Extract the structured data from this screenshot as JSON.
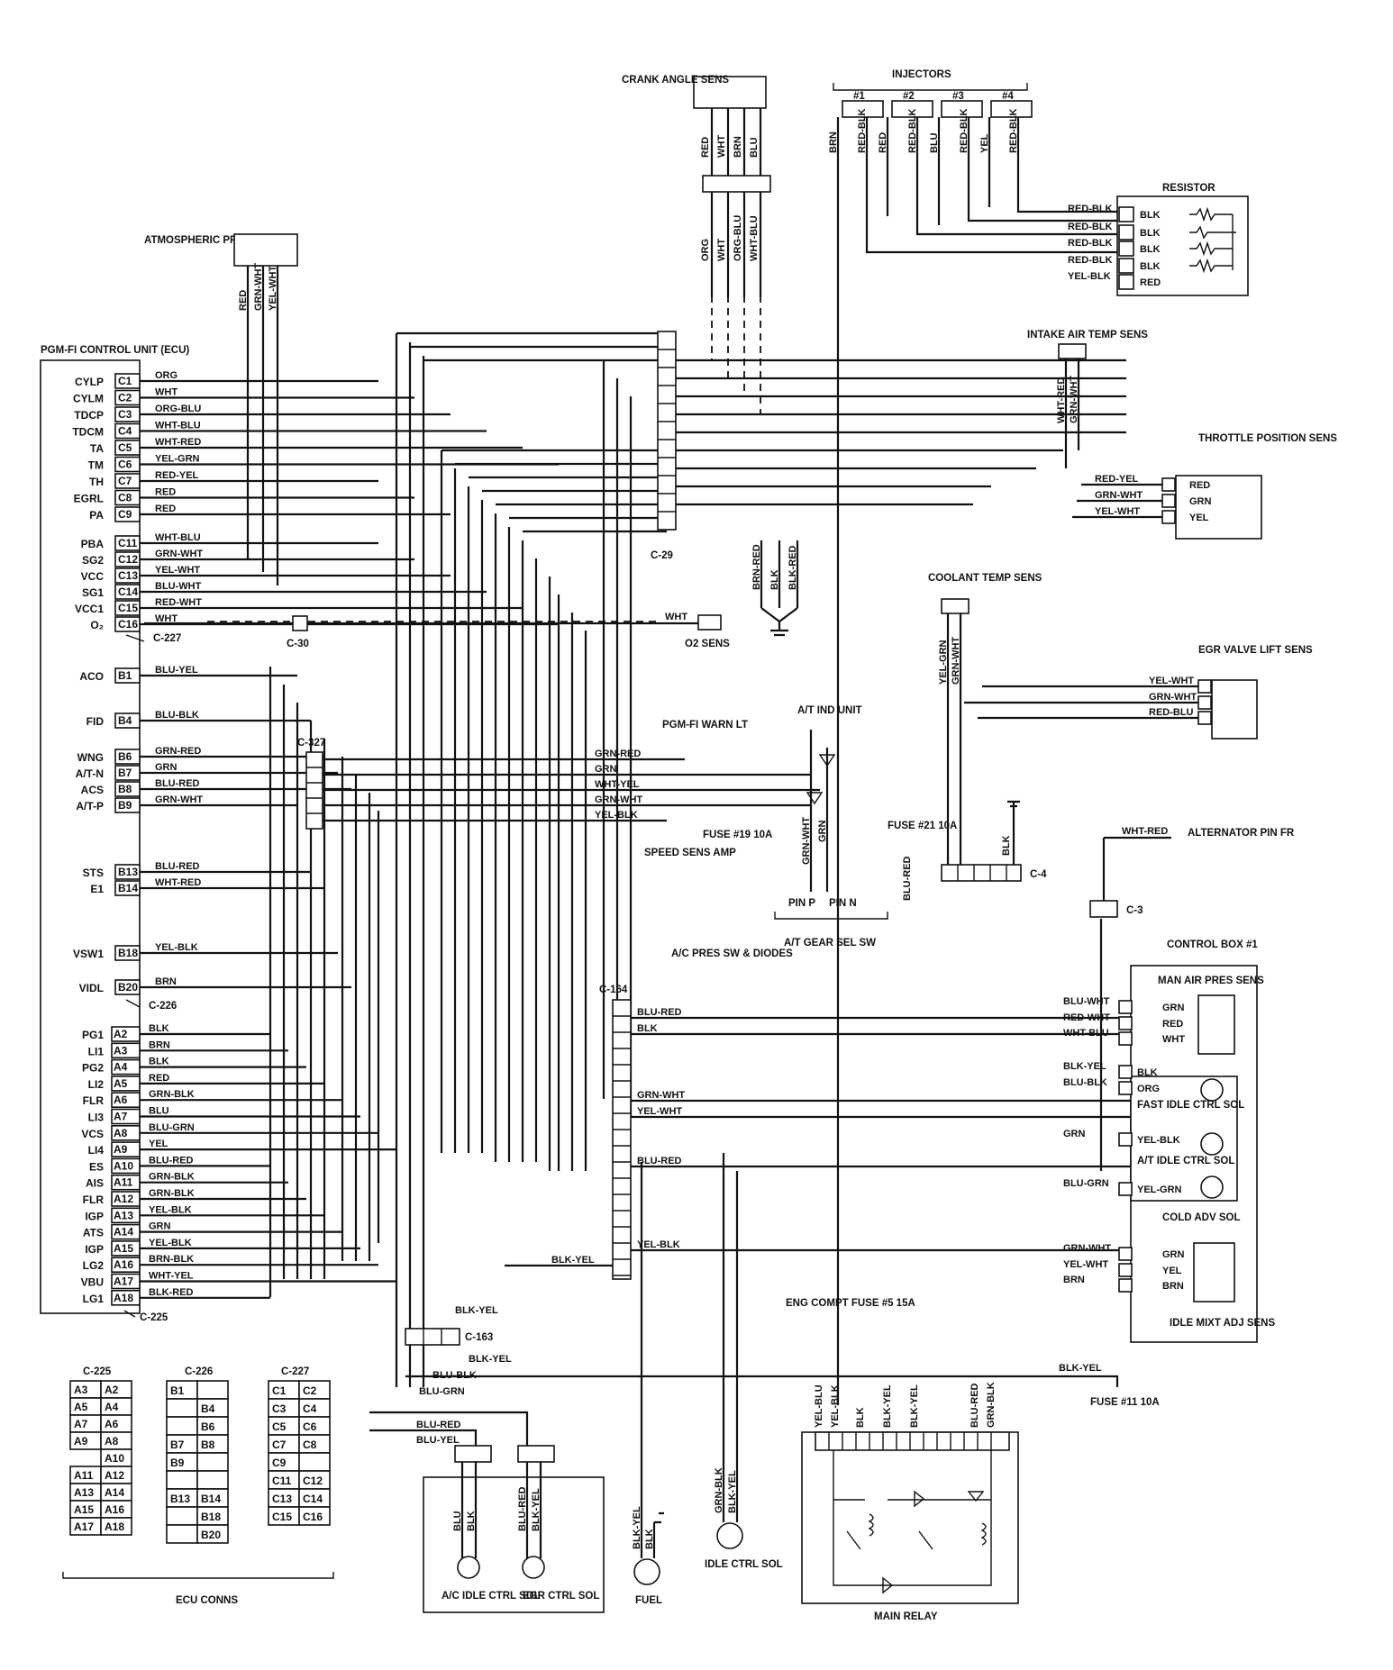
{
  "ecu": {
    "title": "PGM-FI CONTROL UNIT (ECU)",
    "c_block": [
      {
        "sig": "CYLP",
        "pin": "C1",
        "wire": "ORG"
      },
      {
        "sig": "CYLM",
        "pin": "C2",
        "wire": "WHT"
      },
      {
        "sig": "TDCP",
        "pin": "C3",
        "wire": "ORG-BLU"
      },
      {
        "sig": "TDCM",
        "pin": "C4",
        "wire": "WHT-BLU"
      },
      {
        "sig": "TA",
        "pin": "C5",
        "wire": "WHT-RED"
      },
      {
        "sig": "TM",
        "pin": "C6",
        "wire": "YEL-GRN"
      },
      {
        "sig": "TH",
        "pin": "C7",
        "wire": "RED-YEL"
      },
      {
        "sig": "EGRL",
        "pin": "C8",
        "wire": "RED"
      },
      {
        "sig": "PA",
        "pin": "C9",
        "wire": "RED"
      },
      {
        "sig": "PBA",
        "pin": "C11",
        "wire": "WHT-BLU"
      },
      {
        "sig": "SG2",
        "pin": "C12",
        "wire": "GRN-WHT"
      },
      {
        "sig": "VCC",
        "pin": "C13",
        "wire": "YEL-WHT"
      },
      {
        "sig": "SG1",
        "pin": "C14",
        "wire": "BLU-WHT"
      },
      {
        "sig": "VCC1",
        "pin": "C15",
        "wire": "RED-WHT"
      },
      {
        "sig": "O2",
        "pin": "C16",
        "wire": "WHT"
      }
    ],
    "b_block": [
      {
        "sig": "ACO",
        "pin": "B1",
        "wire": "BLU-YEL"
      },
      {
        "sig": "FID",
        "pin": "B4",
        "wire": "BLU-BLK"
      },
      {
        "sig": "WNG",
        "pin": "B6",
        "wire": "GRN-RED"
      },
      {
        "sig": "A/T-N",
        "pin": "B7",
        "wire": "GRN"
      },
      {
        "sig": "ACS",
        "pin": "B8",
        "wire": "BLU-RED"
      },
      {
        "sig": "A/T-P",
        "pin": "B9",
        "wire": "GRN-WHT"
      },
      {
        "sig": "STS",
        "pin": "B13",
        "wire": "BLU-RED"
      },
      {
        "sig": "E1",
        "pin": "B14",
        "wire": "WHT-RED"
      },
      {
        "sig": "VSW1",
        "pin": "B18",
        "wire": "YEL-BLK"
      },
      {
        "sig": "VIDL",
        "pin": "B20",
        "wire": "BRN"
      }
    ],
    "a_block": [
      {
        "sig": "PG1",
        "pin": "A2",
        "wire": "BLK"
      },
      {
        "sig": "LI1",
        "pin": "A3",
        "wire": "BRN"
      },
      {
        "sig": "PG2",
        "pin": "A4",
        "wire": "BLK"
      },
      {
        "sig": "LI2",
        "pin": "A5",
        "wire": "RED"
      },
      {
        "sig": "FLR",
        "pin": "A6",
        "wire": "GRN-BLK"
      },
      {
        "sig": "LI3",
        "pin": "A7",
        "wire": "BLU"
      },
      {
        "sig": "VCS",
        "pin": "A8",
        "wire": "BLU-GRN"
      },
      {
        "sig": "LI4",
        "pin": "A9",
        "wire": "YEL"
      },
      {
        "sig": "ES",
        "pin": "A10",
        "wire": "BLU-RED"
      },
      {
        "sig": "AIS",
        "pin": "A11",
        "wire": "GRN-BLK"
      },
      {
        "sig": "FLR",
        "pin": "A12",
        "wire": "GRN-BLK"
      },
      {
        "sig": "IGP",
        "pin": "A13",
        "wire": "YEL-BLK"
      },
      {
        "sig": "ATS",
        "pin": "A14",
        "wire": "GRN"
      },
      {
        "sig": "IGP",
        "pin": "A15",
        "wire": "YEL-BLK"
      },
      {
        "sig": "LG2",
        "pin": "A16",
        "wire": "BRN-BLK"
      },
      {
        "sig": "VBU",
        "pin": "A17",
        "wire": "WHT-YEL"
      },
      {
        "sig": "LG1",
        "pin": "A18",
        "wire": "BLK-RED"
      }
    ]
  },
  "connectors": {
    "c227": "C-227",
    "c226": "C-226",
    "c225": "C-225",
    "c30": "C-30",
    "c327": "C-327",
    "c29": "C-29",
    "c164": "C-164",
    "c163": "C-163",
    "c4": "C-4",
    "c3": "C-3"
  },
  "components": {
    "crank": "CRANK ANGLE SENS",
    "injectors": "INJECTORS",
    "inj_nums": [
      "#1",
      "#2",
      "#3",
      "#4"
    ],
    "resistor": "RESISTOR",
    "atmos": "ATMOSPHERIC PRES SENS",
    "intake": "INTAKE AIR TEMP SENS",
    "throttle": "THROTTLE POSITION SENS",
    "coolant": "COOLANT TEMP SENS",
    "egr_lift": "EGR VALVE LIFT SENS",
    "o2": "O2 SENS",
    "pgm_warn": "PGM-FI WARN LT",
    "at_ind": "A/T IND UNIT",
    "speed": "SPEED SENS AMP",
    "fuse19": "FUSE #19 10A",
    "fuse21": "FUSE #21 10A",
    "at_gear": "A/T GEAR SEL SW",
    "pin_p": "PIN P",
    "pin_n": "PIN N",
    "alternator": "ALTERNATOR PIN FR",
    "ac_pres": "A/C PRES SW & DIODES",
    "control_box": "CONTROL BOX #1",
    "man_air": "MAN AIR PRES SENS",
    "fast_idle": "FAST IDLE CTRL SOL",
    "at_idle": "A/T IDLE CTRL SOL",
    "cold_adv": "COLD ADV SOL",
    "idle_mixt": "IDLE MIXT ADJ SENS",
    "eng_fuse": "ENG COMPT FUSE #5 15A",
    "fuse11": "FUSE #11 10A",
    "main_relay": "MAIN RELAY",
    "ac_idle": "A/C IDLE CTRL SOL",
    "egr_ctrl": "EGR CTRL SOL",
    "fuel": "FUEL",
    "idle_ctrl": "IDLE CTRL SOL",
    "ecu_conns": "ECU CONNS"
  },
  "wire_labels": {
    "crank_top": [
      "RED",
      "WHT",
      "BRN",
      "BLU"
    ],
    "crank_bottom": [
      "ORG",
      "WHT",
      "ORG-BLU",
      "WHT-BLU"
    ],
    "injector_wires": [
      "BRN",
      "RED-BLK",
      "RED",
      "RED-BLK",
      "BLU",
      "RED-BLK",
      "YEL",
      "RED-BLK"
    ],
    "resistor_in": [
      "RED-BLK",
      "RED-BLK",
      "RED-BLK",
      "RED-BLK",
      "YEL-BLK"
    ],
    "resistor_out": [
      "BLK",
      "BLK",
      "BLK",
      "BLK",
      "RED"
    ],
    "atmos": [
      "RED",
      "GRN-WHT",
      "YEL-WHT"
    ],
    "intake": [
      "WHT-RED",
      "GRN-WHT"
    ],
    "throttle_in": [
      "RED-YEL",
      "GRN-WHT",
      "YEL-WHT"
    ],
    "throttle_out": [
      "RED",
      "GRN",
      "YEL"
    ],
    "ground29": [
      "BRN-RED",
      "BLK",
      "BLK-RED"
    ],
    "coolant": [
      "YEL-GRN",
      "GRN-WHT"
    ],
    "egr_lift": [
      "YEL-WHT",
      "GRN-WHT",
      "RED-BLU"
    ],
    "o2_wire": "WHT",
    "c327_out": [
      "GRN-RED",
      "GRN",
      "WHT-YEL",
      "GRN-WHT",
      "YEL-BLK"
    ],
    "at_gear": [
      "GRN-WHT",
      "GRN"
    ],
    "fuse21_wire": "BLU-RED",
    "c4_wire": "BLK",
    "alt_wire": "WHT-RED",
    "c164_out": [
      "BLU-RED",
      "BLK",
      "GRN-WHT",
      "YEL-WHT",
      "BLU-RED",
      "YEL-BLK",
      "BLK-YEL"
    ],
    "ctrl_in": [
      "BLU-WHT",
      "RED-WHT",
      "WHT-BLU",
      "BLK-YEL",
      "BLU-BLK",
      "GRN",
      "BLU-GRN",
      "GRN-WHT",
      "YEL-WHT",
      "BRN"
    ],
    "man_air_out": [
      "GRN",
      "RED",
      "WHT"
    ],
    "sol_out": [
      "BLK",
      "ORG",
      "YEL-BLK",
      "YEL-GRN"
    ],
    "idle_mixt_out": [
      "GRN",
      "YEL",
      "BRN"
    ],
    "c163_wires": [
      "BLK-YEL",
      "BLK-YEL",
      "BLU-BLK",
      "BLU-GRN",
      "BLU-RED",
      "BLU-YEL"
    ],
    "fuse11_wire": "BLK-YEL",
    "relay_top": [
      "YEL-BLU",
      "YEL-BLK",
      "BLK",
      "BLK-YEL",
      "BLK-YEL",
      "BLU-RED",
      "GRN-BLK"
    ],
    "ac_idle": [
      "BLU",
      "BLK"
    ],
    "egr_sol": [
      "BLU-RED",
      "BLK-YEL"
    ],
    "fuel": [
      "BLK-YEL",
      "BLK"
    ],
    "idle_sol": [
      "GRN-BLK",
      "BLK-YEL"
    ]
  },
  "ecu_conns": {
    "c225": [
      [
        "A3",
        "A2"
      ],
      [
        "A5",
        "A4"
      ],
      [
        "A7",
        "A6"
      ],
      [
        "A9",
        "A8"
      ],
      [
        "",
        "A10"
      ],
      [
        "A11",
        "A12"
      ],
      [
        "A13",
        "A14"
      ],
      [
        "A15",
        "A16"
      ],
      [
        "A17",
        "A18"
      ]
    ],
    "c226": [
      [
        "B1",
        ""
      ],
      [
        "",
        "B4"
      ],
      [
        "",
        "B6"
      ],
      [
        "B7",
        "B8"
      ],
      [
        "B9",
        ""
      ],
      [
        "",
        ""
      ],
      [
        "B13",
        "B14"
      ],
      [
        "",
        "B18"
      ],
      [
        "",
        "B20"
      ]
    ],
    "c227": [
      [
        "C1",
        "C2"
      ],
      [
        "C3",
        "C4"
      ],
      [
        "C5",
        "C6"
      ],
      [
        "C7",
        "C8"
      ],
      [
        "C9",
        ""
      ],
      [
        "C11",
        "C12"
      ],
      [
        "C13",
        "C14"
      ],
      [
        "C15",
        "C16"
      ]
    ]
  }
}
